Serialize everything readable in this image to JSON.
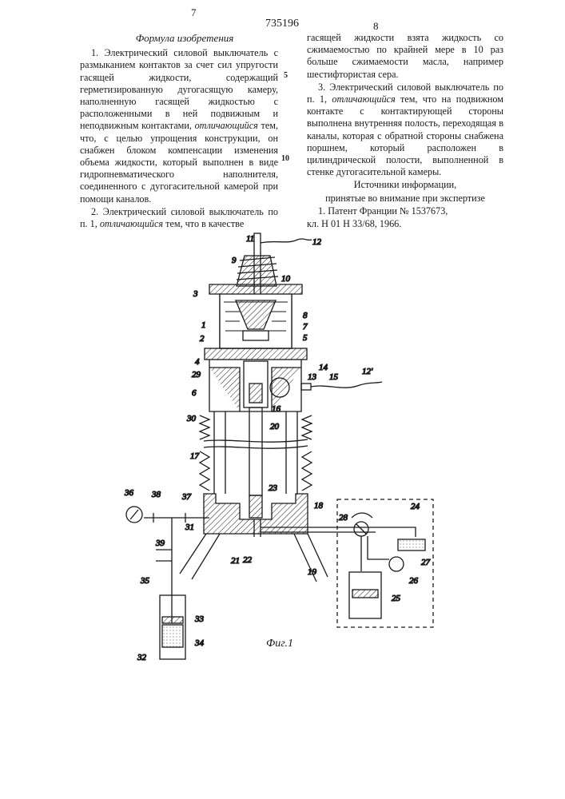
{
  "header": {
    "page_left": "7",
    "patent_number": "735196",
    "page_right": "8"
  },
  "left_column": {
    "title": "Формула изобретения",
    "claim1_start": "1. Электрический силовой выключатель с размыканием контактов за счет сил упругости гасящей жидкости, содержащий герметизированную дугогасящую камеру, наполненную гасящей жидкостью с расположенными в ней подвижным и неподвижным контактами,",
    "claim1_mark": "отличающийся",
    "claim1_end": "тем, что, с целью упрощения конструкции, он снабжен блоком компенсации изменения объема жидкости, который выполнен в виде гидропневматического наполнителя, соединенного с дугогасительной камерой при помощи каналов.",
    "claim2_start": "2. Электрический силовой выключатель по п. 1,",
    "claim2_mark": "отличающийся",
    "claim2_end": "тем, что в качестве"
  },
  "right_column": {
    "claim2_cont": "гасящей жидкости взята жидкость со сжимаемостью по крайней мере в 10 раз больше сжимаемости масла, например шестифтористая сера.",
    "claim3_start": "3. Электрический силовой выключатель по п. 1,",
    "claim3_mark": "отличающийся",
    "claim3_end": "тем, что на подвижном контакте с контактирующей стороны выполнена внутренняя полость, переходящая в каналы, которая с обратной стороны снабжена поршнем, который расположен в цилиндрической полости, выполненной в стенке дугогасительной камеры.",
    "sources_title": "Источники информации,",
    "sources_subtitle": "принятые во внимание при экспертизе",
    "source1_a": "1. Патент Франции № 1537673,",
    "source1_b": "кл. Н 01 Н 33/68, 1966."
  },
  "line_numbers": [
    "5",
    "10"
  ],
  "figure": {
    "caption": "Фиг.1",
    "labels": [
      "1",
      "2",
      "3",
      "4",
      "5",
      "6",
      "7",
      "8",
      "9",
      "10",
      "11",
      "12",
      "12'",
      "13",
      "14",
      "15",
      "16",
      "17",
      "18",
      "19",
      "20",
      "21",
      "22",
      "23",
      "24",
      "25",
      "26",
      "27",
      "28",
      "29",
      "30",
      "31",
      "32",
      "33",
      "34",
      "35",
      "36",
      "37",
      "38",
      "39"
    ]
  }
}
